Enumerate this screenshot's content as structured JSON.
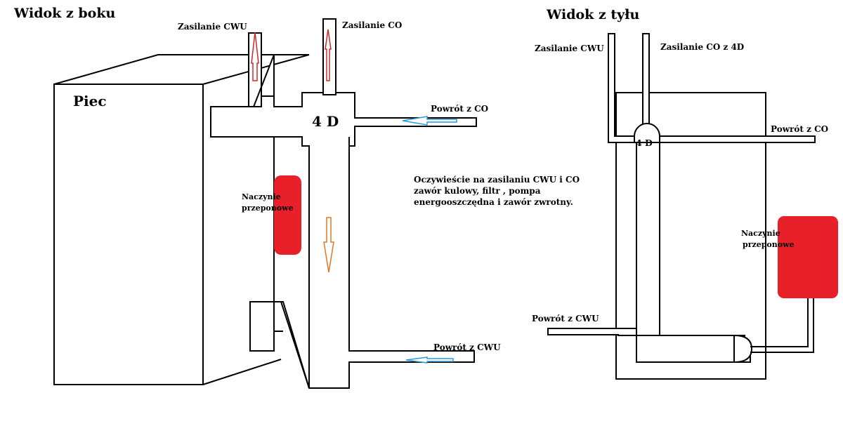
{
  "side_view": {
    "title": "Widok z boku",
    "furnace_label": "Piec",
    "valve_label": "4 D",
    "supply_hot_water": "Zasilanie CWU",
    "supply_heating": "Zasilanie CO",
    "return_heating": "Powrót z CO",
    "return_hot_water": "Powrót z CWU",
    "vessel_label_line1": "Naczynie",
    "vessel_label_line2": "przeponowe"
  },
  "note": {
    "line1": "Oczywieście na zasilaniu CWU i CO",
    "line2": "zawór kulowy, filtr , pompa",
    "line3": "energooszczędna i zawór zwrotny."
  },
  "rear_view": {
    "title": "Widok z tyłu",
    "valve_label": "4 D",
    "supply_hot_water": "Zasilanie CWU",
    "supply_heating": "Zasilanie CO z 4D",
    "return_heating": "Powrót z CO",
    "return_hot_water": "Powrót z CWU",
    "vessel_label_line1": "Naczynie",
    "vessel_label_line2": "przeponowe"
  },
  "colors": {
    "vessel_fill": "#e8202a",
    "supply_arrow": "#d0282a",
    "return_arrow": "#2a9ad6",
    "flow_down_arrow": "#e07820",
    "pipe_outline": "#000000"
  }
}
